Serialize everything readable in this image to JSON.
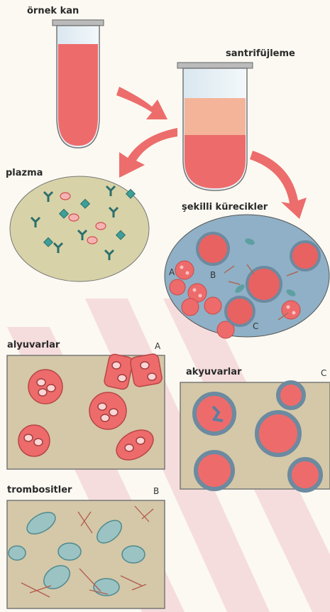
{
  "labels": {
    "sample_blood": "örnek kan",
    "centrifuge": "santrifüjleme",
    "plasma": "plazma",
    "formed_elements": "şekilli kürecikler",
    "red_cells": "alyuvarlar",
    "white_cells": "akyuvarlar",
    "platelets": "trombositler"
  },
  "letters": {
    "a": "A",
    "b": "B",
    "c": "C"
  },
  "colors": {
    "blood": "#ee6b6b",
    "plasma": "#d8d2a8",
    "arrow": "#ec6d6b",
    "white_cell": "#8fb0c6",
    "platelet": "#9cc3c3",
    "background": "#fbf9f2"
  },
  "stripes": {
    "watermark_color": "#f3c7cc"
  }
}
